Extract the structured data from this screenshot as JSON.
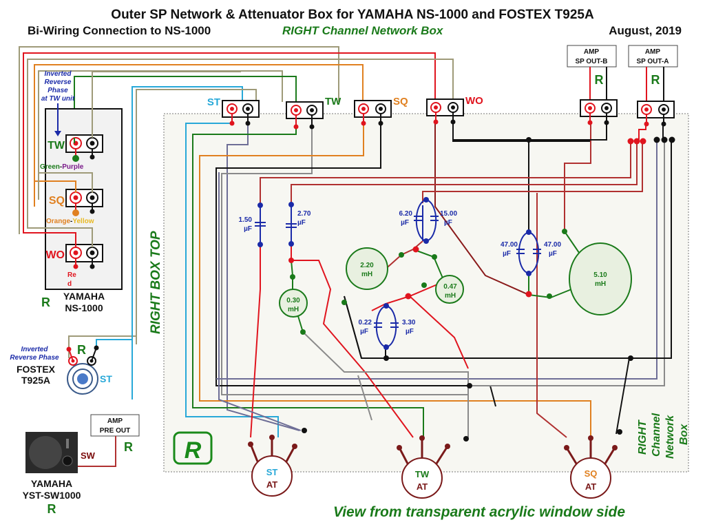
{
  "header": {
    "title": "Outer SP Network & Attenuator Box for YAMAHA NS-1000 and FOSTEX T925A",
    "subtitle_left": "Bi-Wiring Connection to NS-1000",
    "subtitle_center": "RIGHT Channel Network Box",
    "date": "August, 2019"
  },
  "colors": {
    "red": "#e0141e",
    "darkred": "#7a0a0a",
    "green": "#1a7a1a",
    "cyan": "#27a8d8",
    "orange": "#e08020",
    "tan": "#9e9a78",
    "blue": "#1a2aa8",
    "gray": "#8a8a8a",
    "slate": "#6e6e96",
    "box_bg": "#f7f7f2"
  },
  "ns1000": {
    "note": [
      "Inverted",
      "Reverse",
      "Phase",
      "at TW unit"
    ],
    "terminals": [
      {
        "label": "TW",
        "wire_label_a": "Green",
        "sep": "-",
        "wire_label_b": "Purple"
      },
      {
        "label": "SQ",
        "wire_label_a": "Orange",
        "sep": "-",
        "wire_label_b": "Yellow"
      },
      {
        "label": "WO",
        "wire_label_a": "Re",
        "wire_label_b": "d"
      }
    ],
    "channel": "R",
    "name_line1": "YAMAHA",
    "name_line2": "NS-1000"
  },
  "fostex": {
    "note_line1": "Inverted",
    "note_line2": "Reverse  Phase",
    "name_line1": "FOSTEX",
    "name_line2": "T925A",
    "channel": "R",
    "unit_label": "ST"
  },
  "subwoofer": {
    "amp_line1": "AMP",
    "amp_line2": "PRE OUT",
    "channel": "R",
    "wire_label": "SW",
    "name_line1": "YAMAHA",
    "name_line2": "YST-SW1000",
    "name_channel": "R"
  },
  "box": {
    "side_label": "RIGHT BOX TOP",
    "badge": "R",
    "corner_label": [
      "RIGHT",
      "Channel",
      "Network",
      "Box"
    ],
    "footer": "View from transparent acrylic  window side"
  },
  "output_terminals": [
    {
      "label": "ST"
    },
    {
      "label": "TW"
    },
    {
      "label": "SQ"
    },
    {
      "label": "WO"
    }
  ],
  "amp_inputs": [
    {
      "line1": "AMP",
      "line2": "SP OUT-B",
      "channel": "R"
    },
    {
      "line1": "AMP",
      "line2": "SP OUT-A",
      "channel": "R"
    }
  ],
  "capacitors": [
    {
      "id": "c1",
      "value": "1.50",
      "unit": "µF"
    },
    {
      "id": "c2",
      "value": "2.70",
      "unit": "µF"
    },
    {
      "id": "c3a",
      "value": "6.20",
      "unit": "µF"
    },
    {
      "id": "c3b",
      "value": "15.00",
      "unit": "µF"
    },
    {
      "id": "c4a",
      "value": "0.22",
      "unit": "µF"
    },
    {
      "id": "c4b",
      "value": "3.30",
      "unit": "µF"
    },
    {
      "id": "c5a",
      "value": "47.00",
      "unit": "µF"
    },
    {
      "id": "c5b",
      "value": "47.00",
      "unit": "µF"
    }
  ],
  "inductors": [
    {
      "id": "l1",
      "value": "0.30",
      "unit": "mH"
    },
    {
      "id": "l2",
      "value": "2.20",
      "unit": "mH"
    },
    {
      "id": "l3",
      "value": "0.47",
      "unit": "mH"
    },
    {
      "id": "l4",
      "value": "5.10",
      "unit": "mH"
    }
  ],
  "attenuators": [
    {
      "top": "ST",
      "bottom": "AT"
    },
    {
      "top": "TW",
      "bottom": "AT"
    },
    {
      "top": "SQ",
      "bottom": "AT"
    }
  ]
}
